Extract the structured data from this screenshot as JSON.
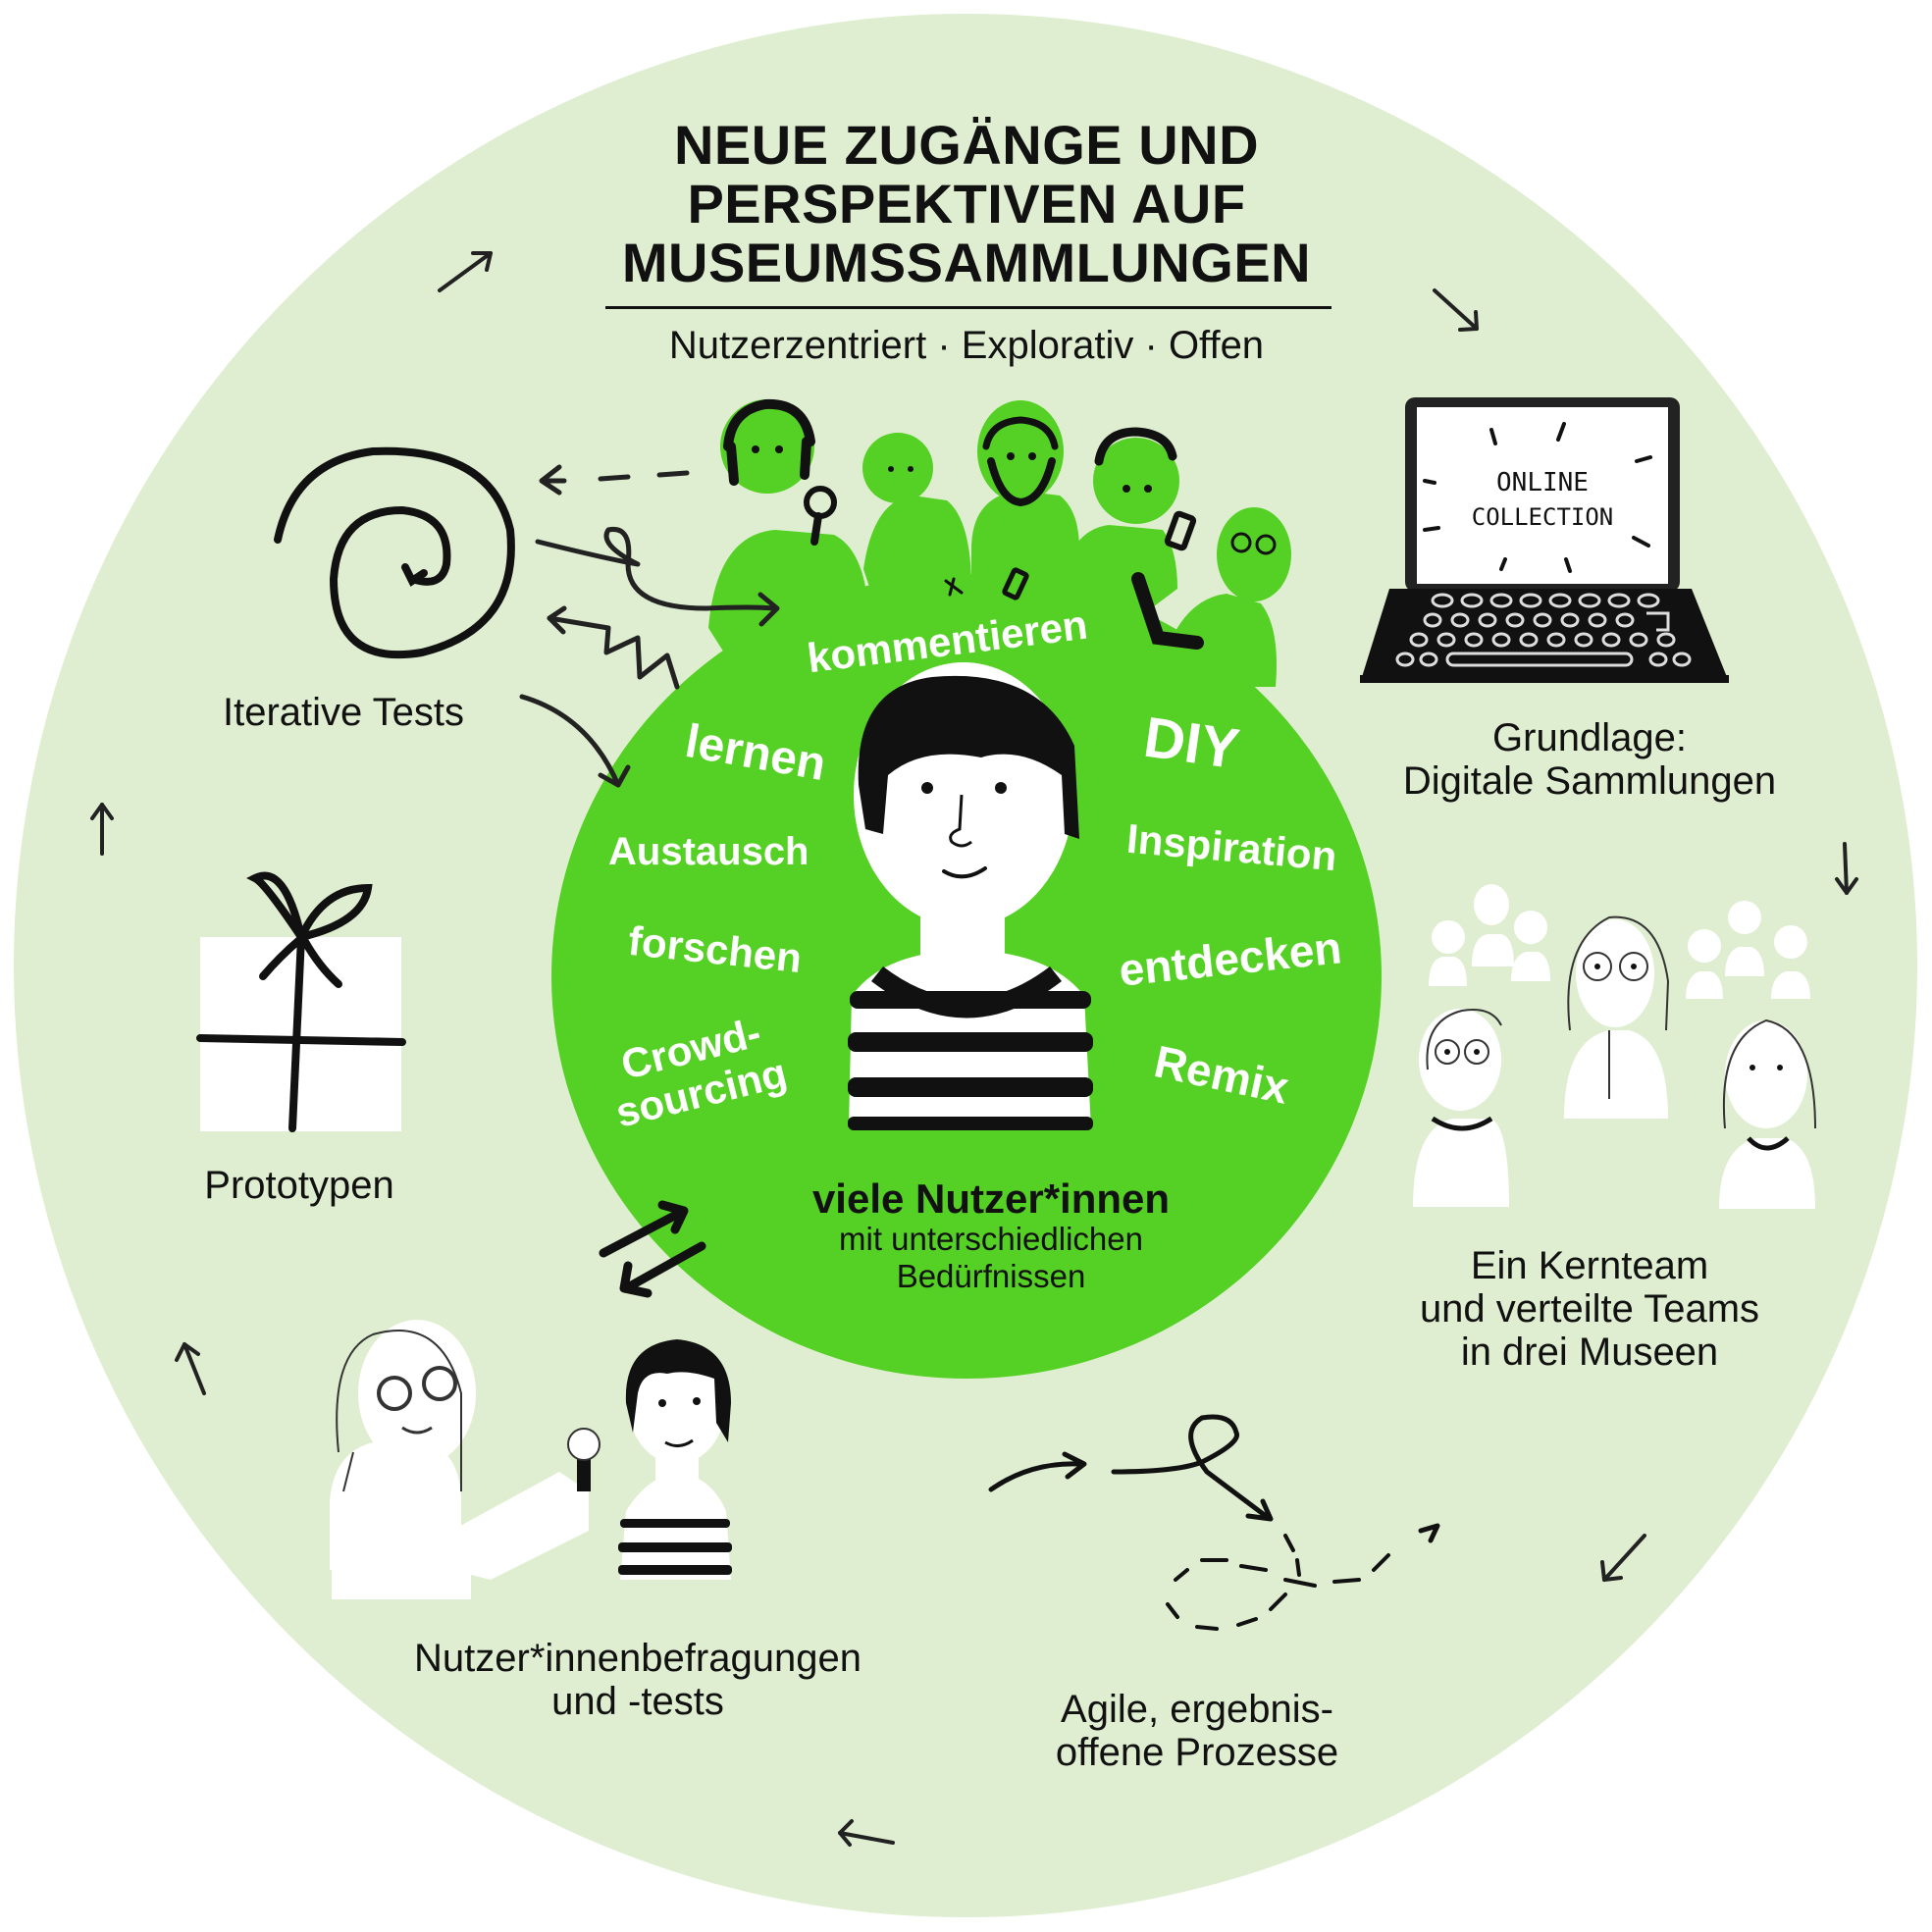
{
  "header": {
    "title_lines": [
      "NEUE ZUGÄNGE UND",
      "PERSPEKTIVEN AUF",
      "MUSEUMSSAMMLUNGEN"
    ],
    "subtitle": "Nutzerzentriert · Explorativ · Offen"
  },
  "colors": {
    "outer_ring": "#dfeed0",
    "center_green": "#55d024",
    "ink": "#111111",
    "white": "#ffffff"
  },
  "center": {
    "activities": [
      "kommentieren",
      "lernen",
      "DIY",
      "Austausch",
      "Inspiration",
      "forschen",
      "entdecken",
      "Crowd-",
      "sourcing",
      "Remix"
    ],
    "caption_main": "viele Nutzer*innen",
    "caption_sub_1": "mit unterschiedlichen",
    "caption_sub_2": "Bedürfnissen"
  },
  "sections": {
    "iterative_tests": {
      "label": "Iterative Tests",
      "icon": "spiral-icon"
    },
    "prototypes": {
      "label": "Prototypen",
      "icon": "gift-box-icon"
    },
    "user_research": {
      "line1": "Nutzer*innenbefragungen",
      "line2": "und -tests",
      "icon": "interview-icon"
    },
    "agile": {
      "line1": "Agile, ergebnis-",
      "line2": "offene Prozesse",
      "icon": "loop-path-icon"
    },
    "team": {
      "line1": "Ein Kernteam",
      "line2": "und verteilte Teams",
      "line3": "in drei Museen",
      "icon": "team-people-icon"
    },
    "digital": {
      "line1": "Grundlage:",
      "line2": "Digitale Sammlungen",
      "icon": "laptop-icon"
    }
  },
  "laptop": {
    "screen_line1": "ONLINE",
    "screen_line2": "COLLECTION"
  }
}
